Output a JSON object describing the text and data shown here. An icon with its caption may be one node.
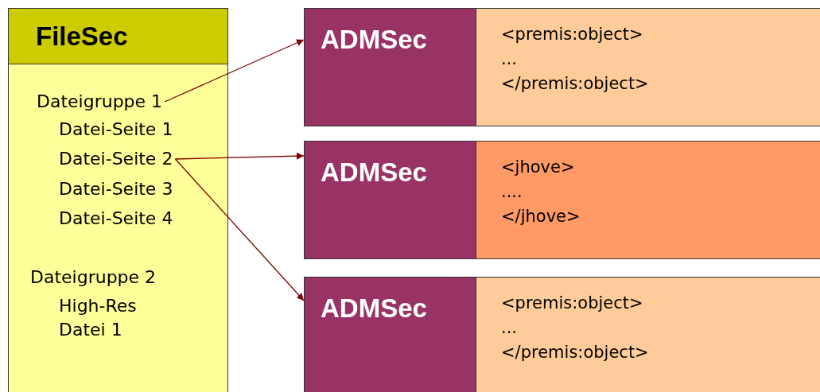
{
  "diagram": {
    "nodes": [
      {
        "text": [
          "FileSec"
        ]
      },
      {
        "text": [
          "Dateigruppe 1"
        ],
        "in": 0
      },
      {
        "text": [
          "Datei-Seite 1"
        ],
        "in": 0
      },
      {
        "text": [
          "Datei-Seite 2"
        ],
        "in": 0
      },
      {
        "text": [
          "Datei-Seite 3"
        ],
        "in": 0
      },
      {
        "text": [
          "Datei-Seite 4"
        ],
        "in": 0
      },
      {
        "text": [
          "Dateigruppe 2"
        ],
        "in": 0
      },
      {
        "text": [
          "High-Res Datei 1"
        ],
        "in": 0
      },
      {
        "text": [
          "ADMSec",
          "<premis:object> ... </premis:object>"
        ]
      },
      {
        "text": [
          "ADMSec",
          "<jhove> .... </jhove>"
        ]
      },
      {
        "text": [
          "ADMSec",
          "<premis:object> ... </premis:object>"
        ]
      }
    ],
    "edges": [
      {
        "from": 1,
        "to": 8,
        "arrow": "to"
      },
      {
        "from": 3,
        "to": 9,
        "arrow": "to"
      },
      {
        "from": 3,
        "to": 10,
        "arrow": "to"
      }
    ]
  }
}
